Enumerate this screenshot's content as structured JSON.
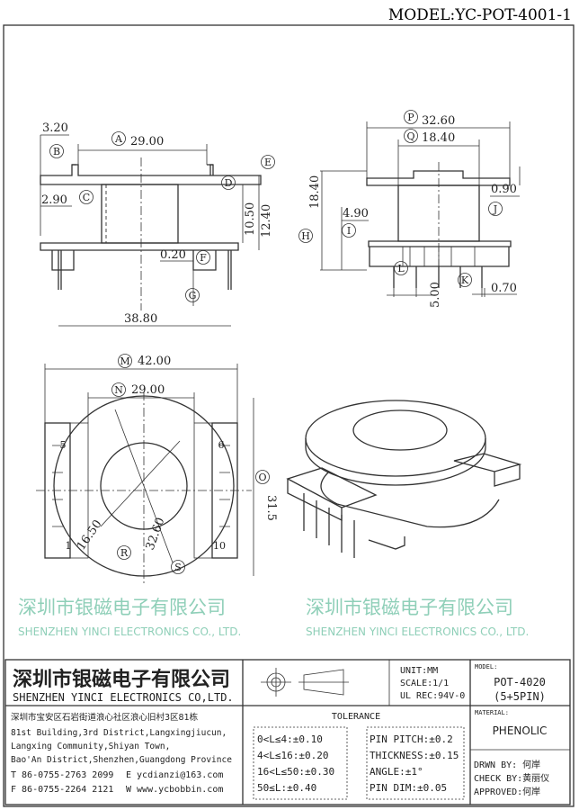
{
  "header": {
    "model": "MODEL:YC-POT-4001-1"
  },
  "dimensions": {
    "A": "29.00",
    "B": "3.20",
    "C": "2.90",
    "D": "10.50",
    "E": "12.40",
    "F": "0.20",
    "G": "38.80",
    "H": "18.40",
    "I": "4.90",
    "J": "0.90",
    "K": "0.70",
    "L": "5.00",
    "P": "32.60",
    "Q": "18.40",
    "M": "42.00",
    "N": "29.00",
    "O": "31.5",
    "R": "16.50",
    "S": "32.60"
  },
  "pin_numbers": {
    "p5": "5",
    "p1": "1",
    "p6": "6",
    "p10": "10"
  },
  "watermark": {
    "cn": "深圳市银磁电子有限公司",
    "en": "SHENZHEN YINCI ELECTRONICS CO., LTD."
  },
  "title_block": {
    "company_cn": "深圳市银磁电子有限公司",
    "company_en": "SHENZHEN YINCI ELECTRONICS CO,LTD.",
    "unit": "UNIT:MM",
    "scale": "SCALE:1/1",
    "ul": "UL REC:94V-0",
    "model_label": "MODEL:",
    "model": "POT-4020",
    "model_pins": "(5+5PIN)",
    "address": [
      "深圳市宝安区石岩街道浪心社区浪心旧村3区81栋",
      "81st Building,3rd District,Langxingjiucun,",
      "Langxing Community,Shiyan Town,",
      "Bao'An District,Shenzhen,Guangdong Province"
    ],
    "tel": "T 86-0755-2763 2099",
    "email": "E ycdianzi@163.com",
    "fax": "F 86-0755-2264 2121",
    "web": "W www.ycbobbin.com",
    "tolerance_title": "TOLERANCE",
    "tolerances": [
      "0<L≤4:±0.10",
      "4<L≤16:±0.20",
      "16<L≤50:±0.30",
      "50≤L:±0.40"
    ],
    "specs": [
      "PIN PITCH:±0.2",
      "THICKNESS:±0.15",
      "ANGLE:±1°",
      "PIN DIM:±0.05"
    ],
    "material_label": "MATERIAL:",
    "material": "PHENOLIC",
    "drawn": "DRWN BY: 何岸",
    "checked": "CHECK BY:黄丽仪",
    "approved": "APPROVED:何岸"
  }
}
